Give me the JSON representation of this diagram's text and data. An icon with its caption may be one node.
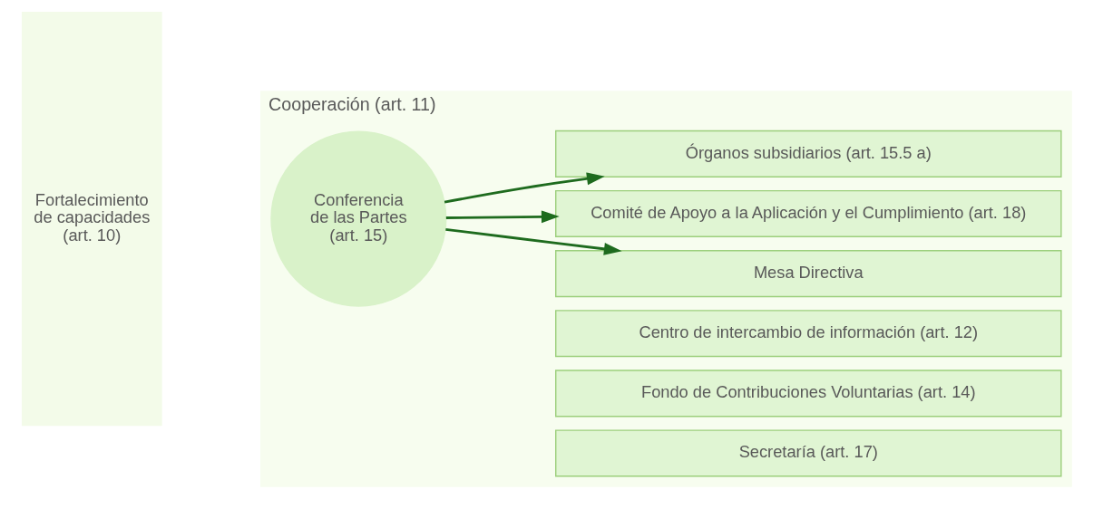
{
  "diagram": {
    "nodes": [
      {
        "text": [
          "Fortalecimiento de capacidades (art. 10)"
        ]
      },
      {
        "text": [
          "Cooperación (art. 11)"
        ]
      },
      {
        "text": [
          "Conferencia de las Partes (art. 15)"
        ],
        "in": 1
      },
      {
        "text": [
          "Mesa Directiva"
        ],
        "in": 1
      },
      {
        "text": [
          "Comité de Apoyo a la Aplicación y el Cumplimiento (art. 18)"
        ],
        "in": 1
      },
      {
        "text": [
          "Órganos subsidiarios (art. 15.5 a)"
        ],
        "in": 1
      },
      {
        "text": [
          "Centro de intercambio de información (art. 12)"
        ],
        "in": 1
      },
      {
        "text": [
          "Fondo de Contribuciones Voluntarias (art. 14)"
        ],
        "in": 1
      },
      {
        "text": [
          "Secretaría (art. 17)"
        ],
        "in": 1
      }
    ],
    "edges": [
      {
        "from": 2,
        "to": 3,
        "arrow": "to"
      },
      {
        "from": 2,
        "to": 4,
        "arrow": "to"
      },
      {
        "from": 2,
        "to": 5,
        "arrow": "to"
      }
    ]
  }
}
